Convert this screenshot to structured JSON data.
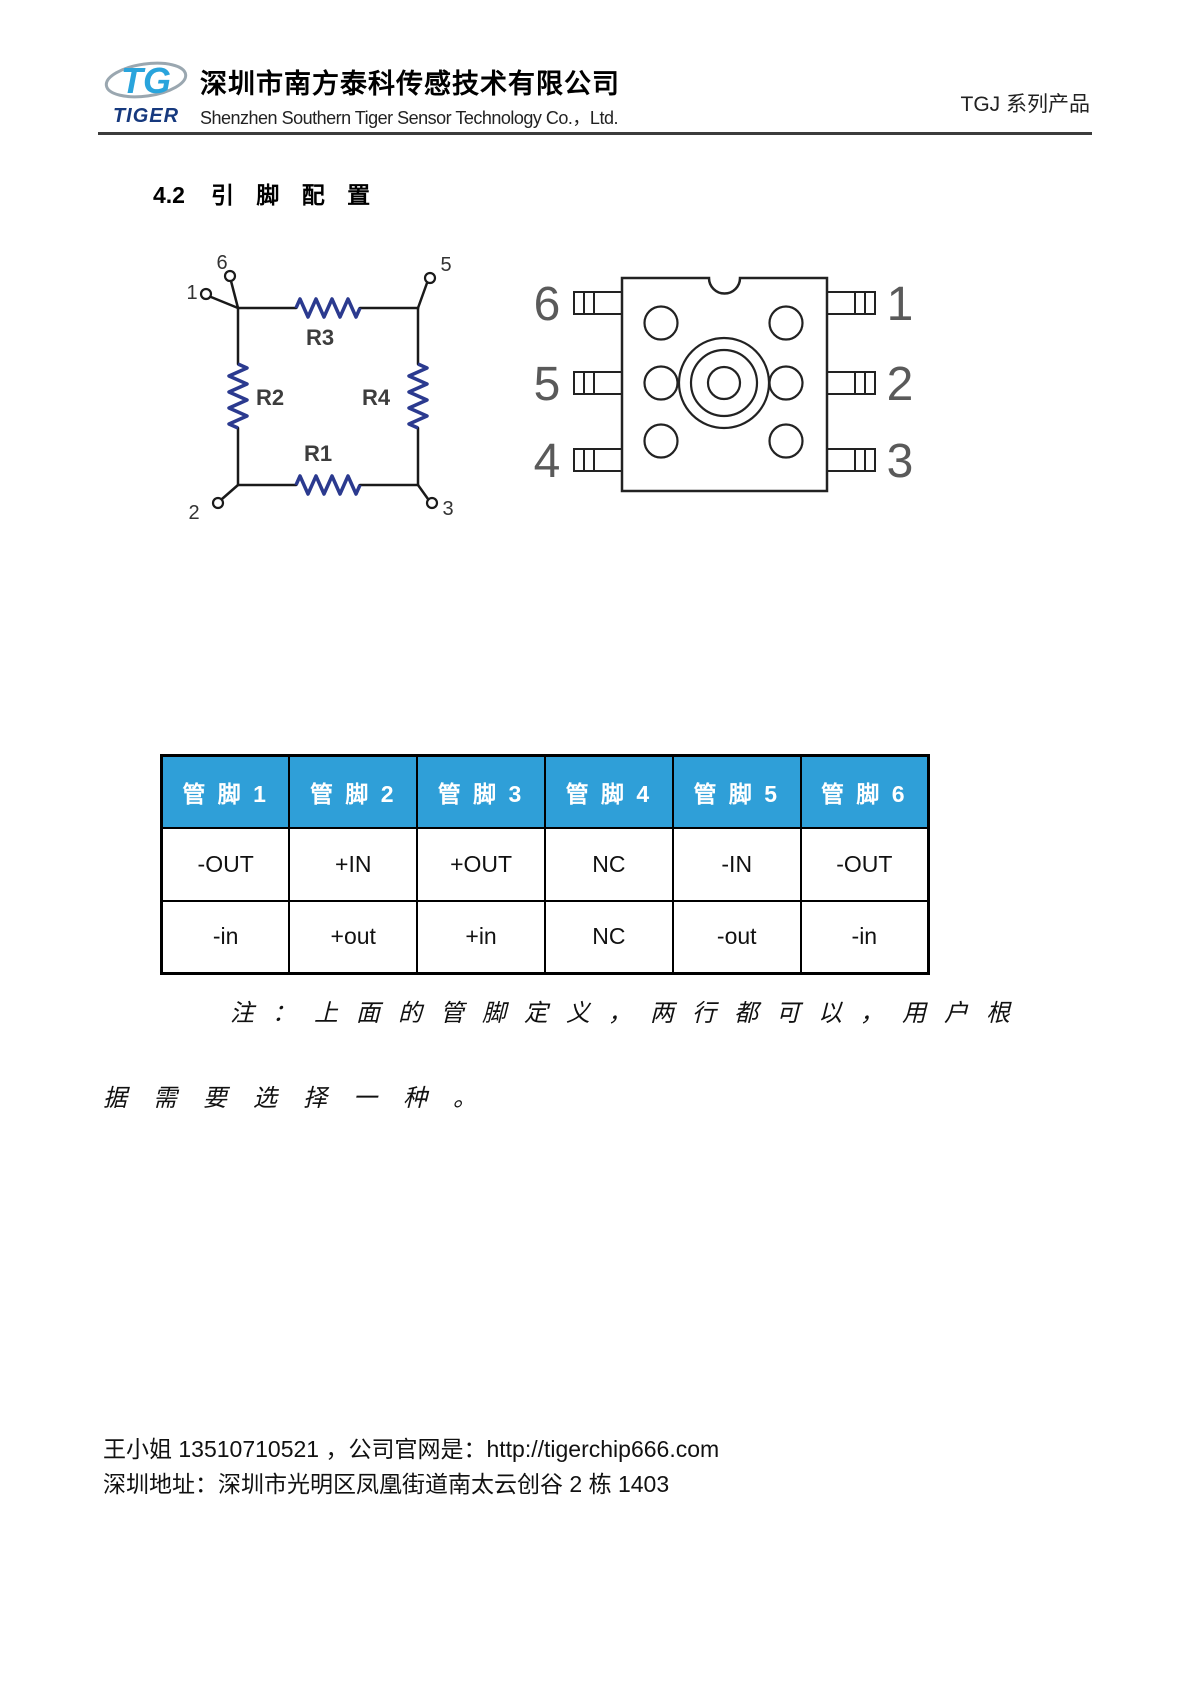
{
  "header": {
    "logo_mark": "TG",
    "logo_text": "TIGER",
    "company_cn": "深圳市南方泰科传感技术有限公司",
    "company_en": "Shenzhen Southern Tiger Sensor Technology Co.，Ltd.",
    "product_series": "TGJ 系列产品"
  },
  "section": {
    "number": "4.2",
    "title": "引 脚 配 置"
  },
  "bridge": {
    "pin_labels": {
      "p1": "1",
      "p2": "2",
      "p3": "3",
      "p5": "5",
      "p6": "6"
    },
    "resistor_labels": {
      "r1": "R1",
      "r2": "R2",
      "r3": "R3",
      "r4": "R4"
    }
  },
  "chip": {
    "left_pin_labels": [
      "6",
      "5",
      "4"
    ],
    "right_pin_labels": [
      "1",
      "2",
      "3"
    ]
  },
  "table": {
    "headers": [
      "管 脚 1",
      "管 脚 2",
      "管 脚 3",
      "管 脚 4",
      "管 脚 5",
      "管 脚 6"
    ],
    "rows": [
      [
        "-OUT",
        "+IN",
        "+OUT",
        "NC",
        "-IN",
        "-OUT"
      ],
      [
        "-in",
        "+out",
        "+in",
        "NC",
        "-out",
        "-in"
      ]
    ]
  },
  "note": {
    "line1": "注 ： 上 面 的 管 脚 定 义 ， 两 行 都 可 以 ， 用 户 根",
    "line2": "据 需 要 选 择 一 种 。"
  },
  "footer": {
    "contact": "王小姐 13510710521 ，公司官网是：http://tigerchip666.com",
    "address": "深圳地址：深圳市光明区凤凰街道南太云创谷 2 栋 1403"
  },
  "colors": {
    "table_header_bg": "#2f9fd8",
    "resistor_blue": "#2b3a8f",
    "logo_blue": "#29a4dc"
  }
}
